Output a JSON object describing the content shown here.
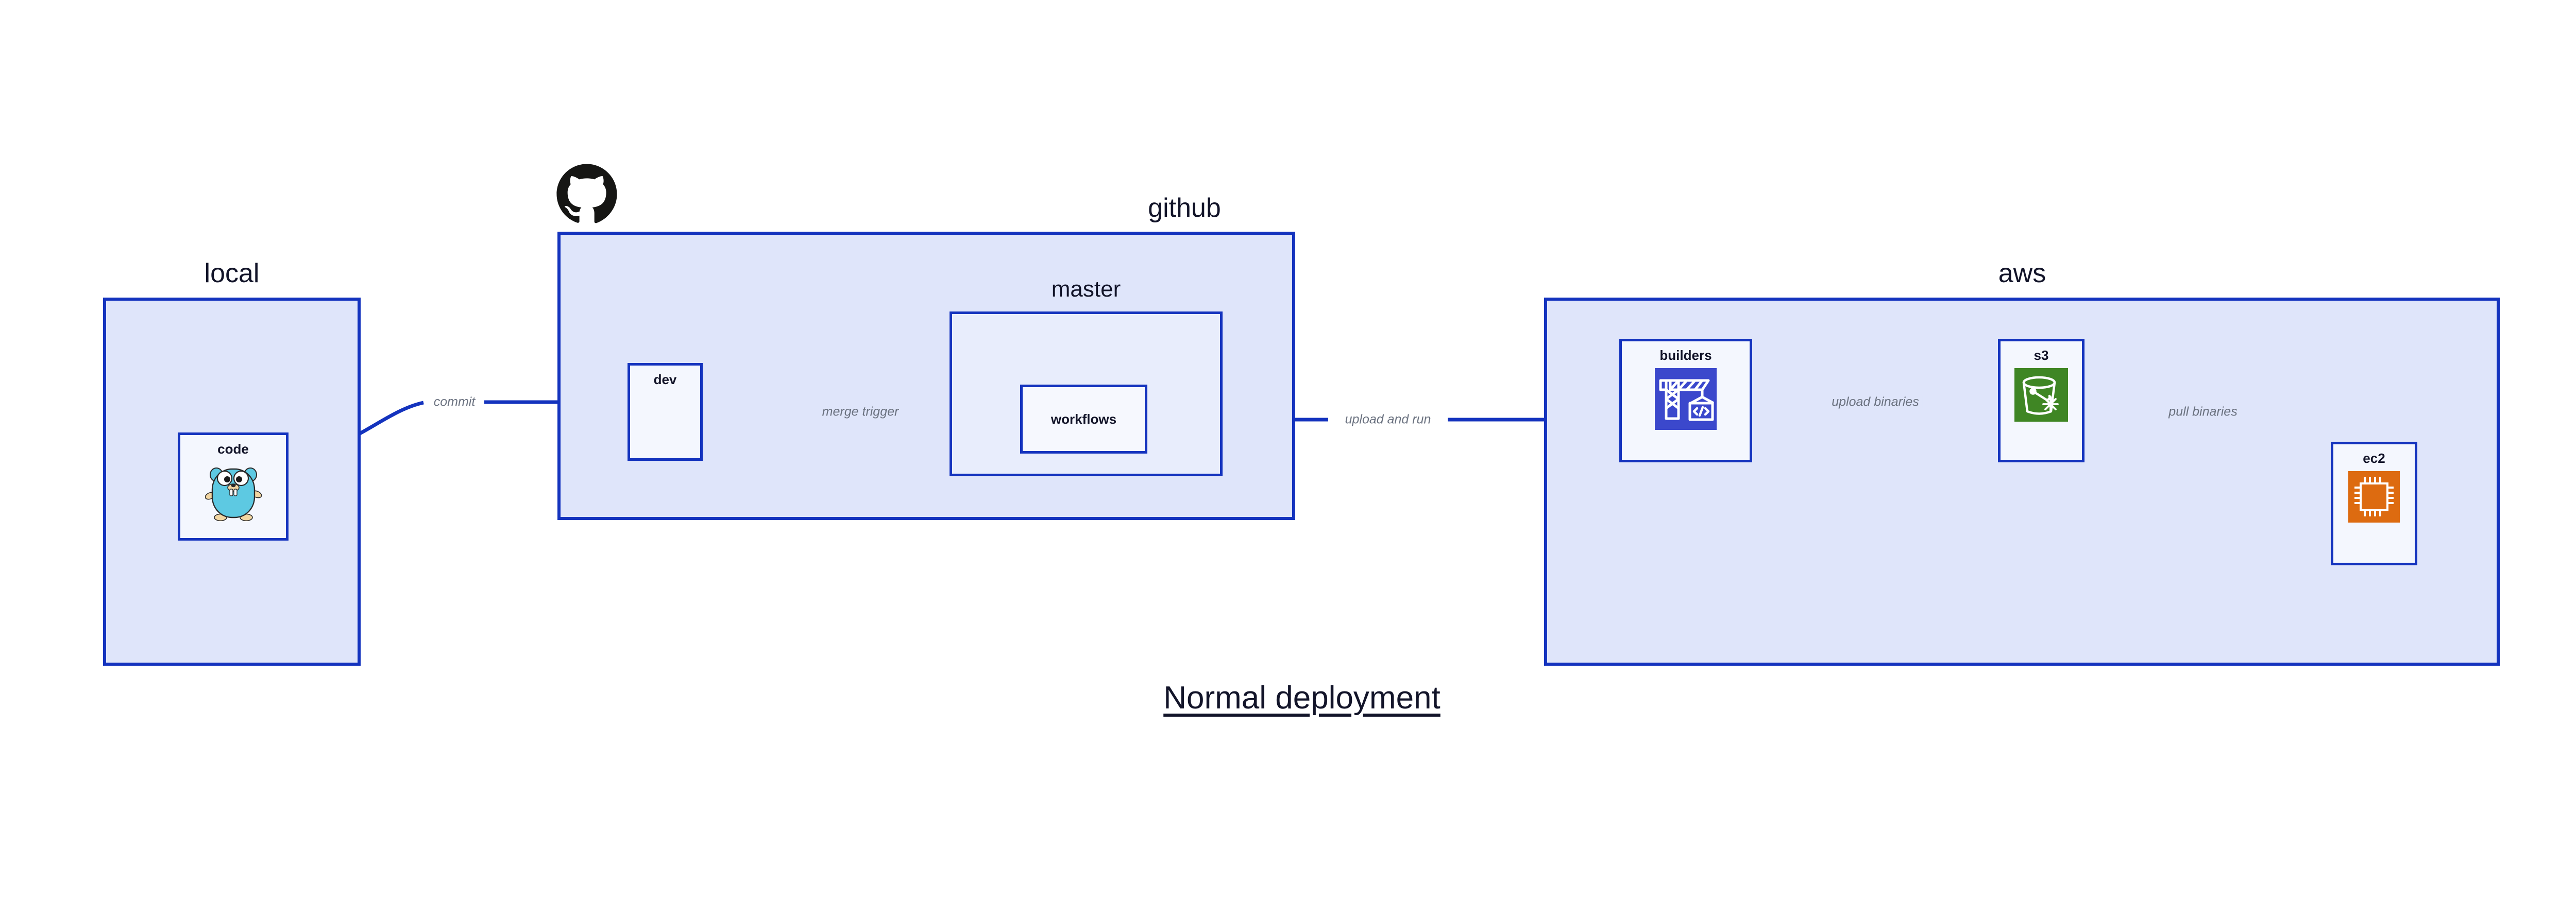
{
  "title": "Normal deployment",
  "colors": {
    "group_fill": "#DFE5FA",
    "group_nested_fill": "#E8EDFC",
    "group_border": "#1433BE",
    "node_fill": "#F4F7FE",
    "node_border": "#1433BE",
    "text_dark": "#121429",
    "edge_label": "#6B7280",
    "codebuild_blue": "#3B48CC",
    "s3_green": "#3F8624",
    "ec2_orange": "#DD6B10",
    "gopher_cyan": "#5DC9E2",
    "github_black": "#161614"
  },
  "groups": [
    {
      "id": "local",
      "label": "local"
    },
    {
      "id": "github",
      "label": "github"
    },
    {
      "id": "master",
      "label": "master"
    },
    {
      "id": "aws",
      "label": "aws"
    }
  ],
  "nodes": [
    {
      "id": "code",
      "label": "code",
      "icon": "go-gopher-icon",
      "group": "local"
    },
    {
      "id": "dev",
      "label": "dev",
      "icon": null,
      "group": "github"
    },
    {
      "id": "workflows",
      "label": "workflows",
      "icon": null,
      "group": "master"
    },
    {
      "id": "builders",
      "label": "builders",
      "icon": "aws-codebuild-icon",
      "group": "aws"
    },
    {
      "id": "s3",
      "label": "s3",
      "icon": "aws-s3-bucket-icon",
      "group": "aws"
    },
    {
      "id": "ec2",
      "label": "ec2",
      "icon": "aws-ec2-chip-icon",
      "group": "aws"
    }
  ],
  "edges": [
    {
      "id": "commit",
      "label": "commit",
      "from": "code",
      "to": "dev"
    },
    {
      "id": "merge-trigger",
      "label": "merge trigger",
      "from": "dev",
      "to": "workflows"
    },
    {
      "id": "upload-and-run",
      "label": "upload and run",
      "from": "workflows",
      "to": "builders"
    },
    {
      "id": "upload-binaries",
      "label": "upload binaries",
      "from": "builders",
      "to": "s3"
    },
    {
      "id": "pull-binaries",
      "label": "pull binaries",
      "from": "s3",
      "to": "ec2"
    }
  ],
  "logos": [
    {
      "id": "github-logo",
      "name": "github-octocat-logo"
    }
  ]
}
